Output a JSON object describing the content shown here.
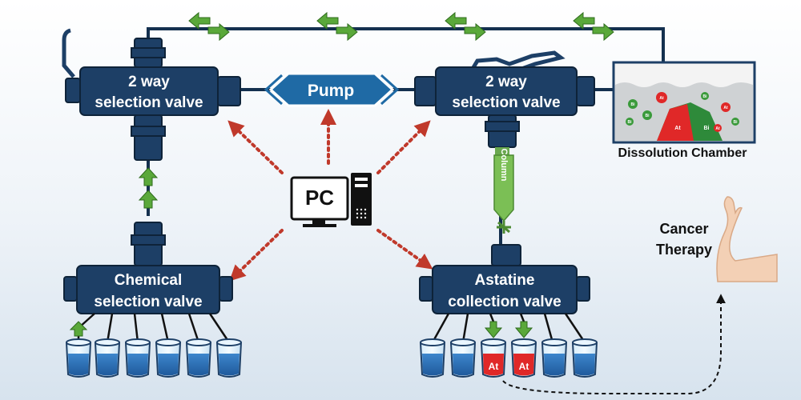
{
  "valves": {
    "left_top": {
      "line1": "2 way",
      "line2": "selection valve"
    },
    "right_top": {
      "line1": "2 way",
      "line2": "selection valve"
    },
    "chemical": {
      "line1": "Chemical",
      "line2": "selection valve"
    },
    "astatine": {
      "line1": "Astatine",
      "line2": "collection valve"
    }
  },
  "pump": {
    "label": "Pump"
  },
  "pc": {
    "label": "PC"
  },
  "column": {
    "label": "Column"
  },
  "dissolution_chamber": {
    "label": "Dissolution Chamber",
    "at_label": "At",
    "bi_label": "Bi",
    "bubble_labels": [
      "Bi",
      "At",
      "Bi",
      "Bi",
      "At",
      "Bi",
      "Bi",
      "At"
    ]
  },
  "therapy": {
    "line1": "Cancer",
    "line2": "Therapy"
  },
  "beakers": {
    "at_label": "At"
  },
  "colors": {
    "valve": "#1d3f66",
    "pump": "#1f6aa5",
    "arrow_green": "#5aa83a",
    "signal_red": "#c0392b",
    "at_red": "#e02828",
    "water": "#2a6fb5"
  }
}
